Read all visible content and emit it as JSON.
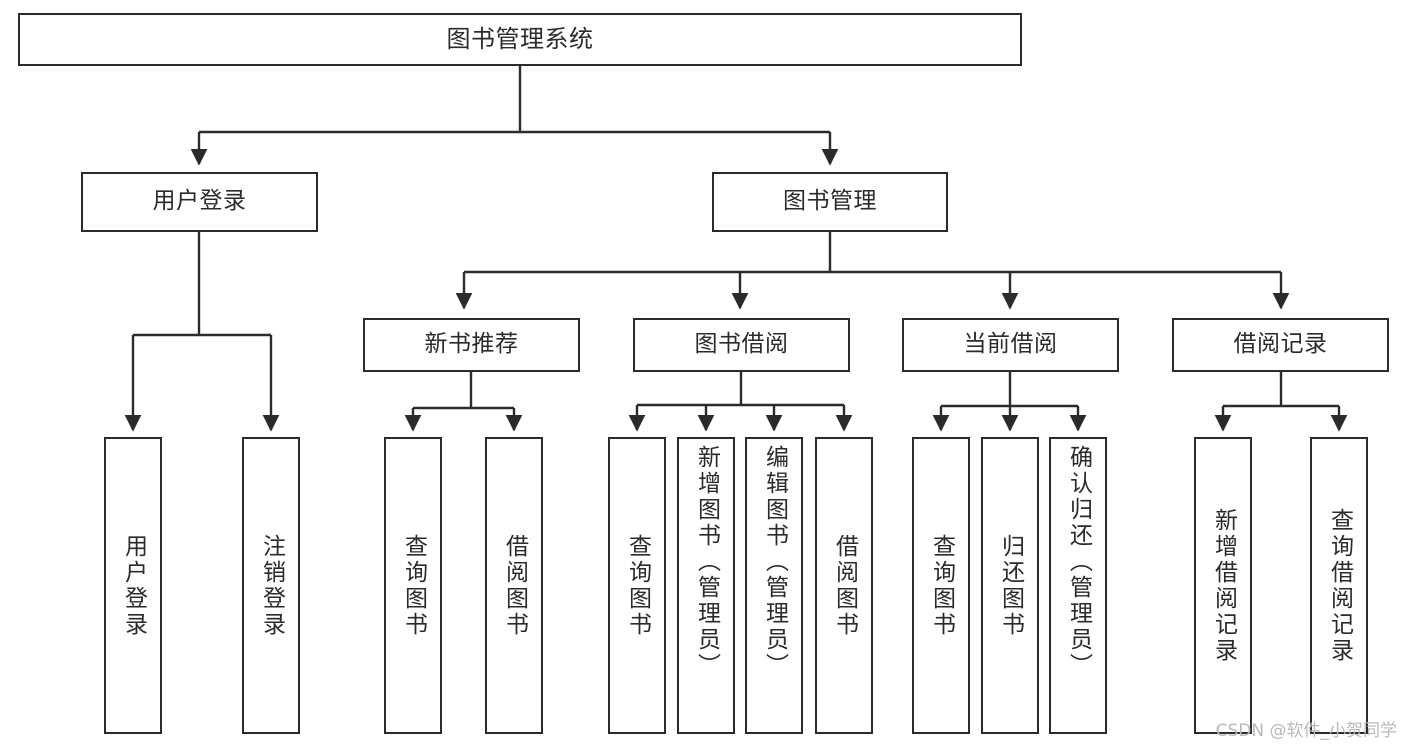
{
  "diagram": {
    "title": "图书管理系统",
    "type": "tree",
    "orientation": "top-down",
    "stroke_color": "#2b2b2b",
    "fill_color": "#ffffff",
    "text_color": "#2b2b2b"
  },
  "nodes": {
    "root": {
      "label": "图书管理系统"
    },
    "level2": [
      {
        "id": "user-login",
        "label": "用户登录"
      },
      {
        "id": "book-management",
        "label": "图书管理"
      }
    ],
    "level3": [
      {
        "id": "new-book-recommend",
        "label": "新书推荐"
      },
      {
        "id": "book-borrow",
        "label": "图书借阅"
      },
      {
        "id": "current-borrow",
        "label": "当前借阅"
      },
      {
        "id": "borrow-record",
        "label": "借阅记录"
      }
    ],
    "leaves": {
      "user_login": [
        {
          "id": "leaf-user-login",
          "label": "用户登录"
        },
        {
          "id": "leaf-logout-login",
          "label": "注销登录"
        }
      ],
      "new_book_recommend": [
        {
          "id": "leaf-query-book-1",
          "label": "查询图书"
        },
        {
          "id": "leaf-borrow-book-1",
          "label": "借阅图书"
        }
      ],
      "book_borrow": [
        {
          "id": "leaf-query-book-2",
          "label": "查询图书"
        },
        {
          "id": "leaf-add-book",
          "label": "新增图书（管理员）"
        },
        {
          "id": "leaf-edit-book",
          "label": "编辑图书（管理员）"
        },
        {
          "id": "leaf-borrow-book-2",
          "label": "借阅图书"
        }
      ],
      "current_borrow": [
        {
          "id": "leaf-query-book-3",
          "label": "查询图书"
        },
        {
          "id": "leaf-return-book",
          "label": "归还图书"
        },
        {
          "id": "leaf-confirm-return",
          "label": "确认归还（管理员）"
        }
      ],
      "borrow_record": [
        {
          "id": "leaf-add-record",
          "label": "新增借阅记录"
        },
        {
          "id": "leaf-query-record",
          "label": "查询借阅记录"
        }
      ]
    }
  },
  "watermark": {
    "text": "CSDN @软件_小贺同学"
  }
}
